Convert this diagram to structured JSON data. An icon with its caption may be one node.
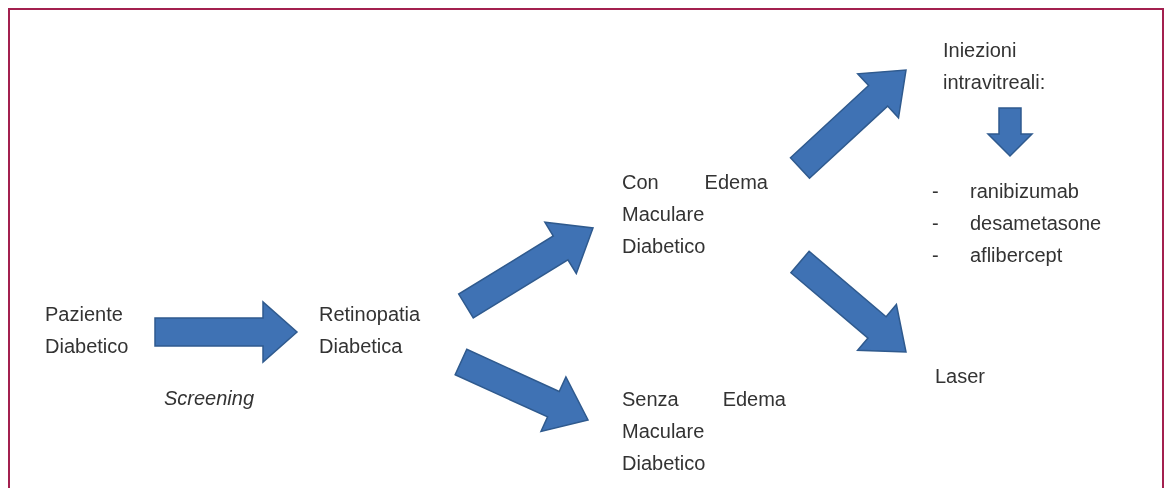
{
  "diagram": {
    "nodes": [
      {
        "text": [
          "Paziente Diabetico"
        ]
      },
      {
        "text": [
          "Retinopatia Diabetica"
        ]
      },
      {
        "text": [
          "Con Edema Maculare Diabetico"
        ]
      },
      {
        "text": [
          "Senza Edema Maculare Diabetico"
        ]
      },
      {
        "text": [
          "Iniezioni intravitreali:"
        ]
      },
      {
        "text": [
          "-",
          "ranibizumab",
          "-",
          "desametasone",
          "-",
          "aflibercept"
        ]
      },
      {
        "text": [
          "Laser"
        ]
      }
    ],
    "edges": [
      {
        "from": 0,
        "to": 1,
        "arrow": "to",
        "label": "Screening",
        "style": "thick"
      },
      {
        "from": 1,
        "to": 2,
        "arrow": "to",
        "style": "thick"
      },
      {
        "from": 1,
        "to": 3,
        "arrow": "to",
        "style": "thick"
      },
      {
        "from": 2,
        "to": 4,
        "arrow": "to",
        "style": "thick"
      },
      {
        "from": 4,
        "to": 5,
        "arrow": "to",
        "style": "thick"
      },
      {
        "from": 2,
        "to": 6,
        "arrow": "to",
        "style": "thick"
      }
    ]
  }
}
